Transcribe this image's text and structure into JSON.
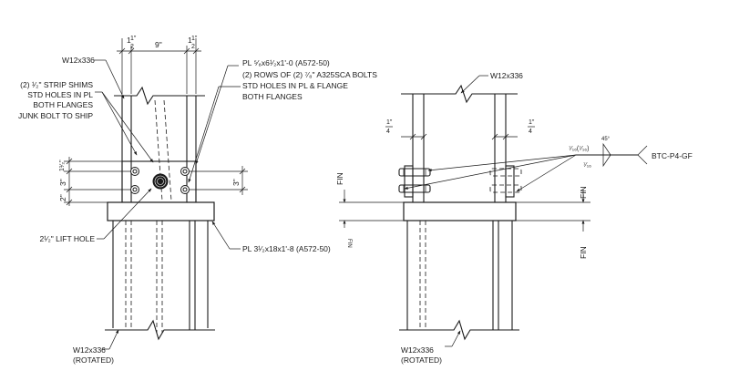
{
  "left_view": {
    "column_label": "W12x336",
    "plate_label": "PL ⁵⁄₈x6¹⁄₂x1'-0 (A572-50)",
    "bolts_note": [
      "(2) ROWS OF (2) ⁷⁄₈\" A325SCA BOLTS",
      "STD HOLES IN PL & FLANGE",
      "BOTH FLANGES"
    ],
    "shims_note": [
      "(2) ¹⁄₂\" STRIP SHIMS",
      "STD HOLES IN PL",
      "BOTH FLANGES",
      "JUNK BOLT TO SHIP"
    ],
    "dim_top_left": "1\"",
    "dim_top_left_den": "2",
    "dim_top_left_whole": "1",
    "dim_top_mid": "9\"",
    "dim_top_right_whole": "1",
    "dim_top_right": "1\"",
    "dim_top_right_den": "2",
    "dim_left_top": "1¹⁄₂\"",
    "dim_left_mid": "3\"",
    "dim_left_bot": "2\"",
    "dim_right": "3\"",
    "lift_hole": "2¹⁄₂\" LIFT HOLE",
    "base_plate": "PL 3¹⁄₂x18x1'-8 (A572-50)",
    "bottom_label": [
      "W12x336",
      "(ROTATED)"
    ]
  },
  "right_view": {
    "column_label": "W12x336",
    "dim_left": "1\"",
    "dim_left_den": "4",
    "dim_right": "1\"",
    "dim_right_den": "4",
    "weld_angle": "45°",
    "weld_size_top": "⁷⁄₁₆(⁷⁄₁₆)",
    "weld_size_bot": "⁷⁄₁₆",
    "weld_ref": "BTC-P4-GF",
    "fin_left": "FIN",
    "fin_left_small": "FIN",
    "fin_right_top": "FIN",
    "fin_right_bot": "FIN",
    "bottom_label": [
      "W12x336",
      "(ROTATED)"
    ]
  }
}
